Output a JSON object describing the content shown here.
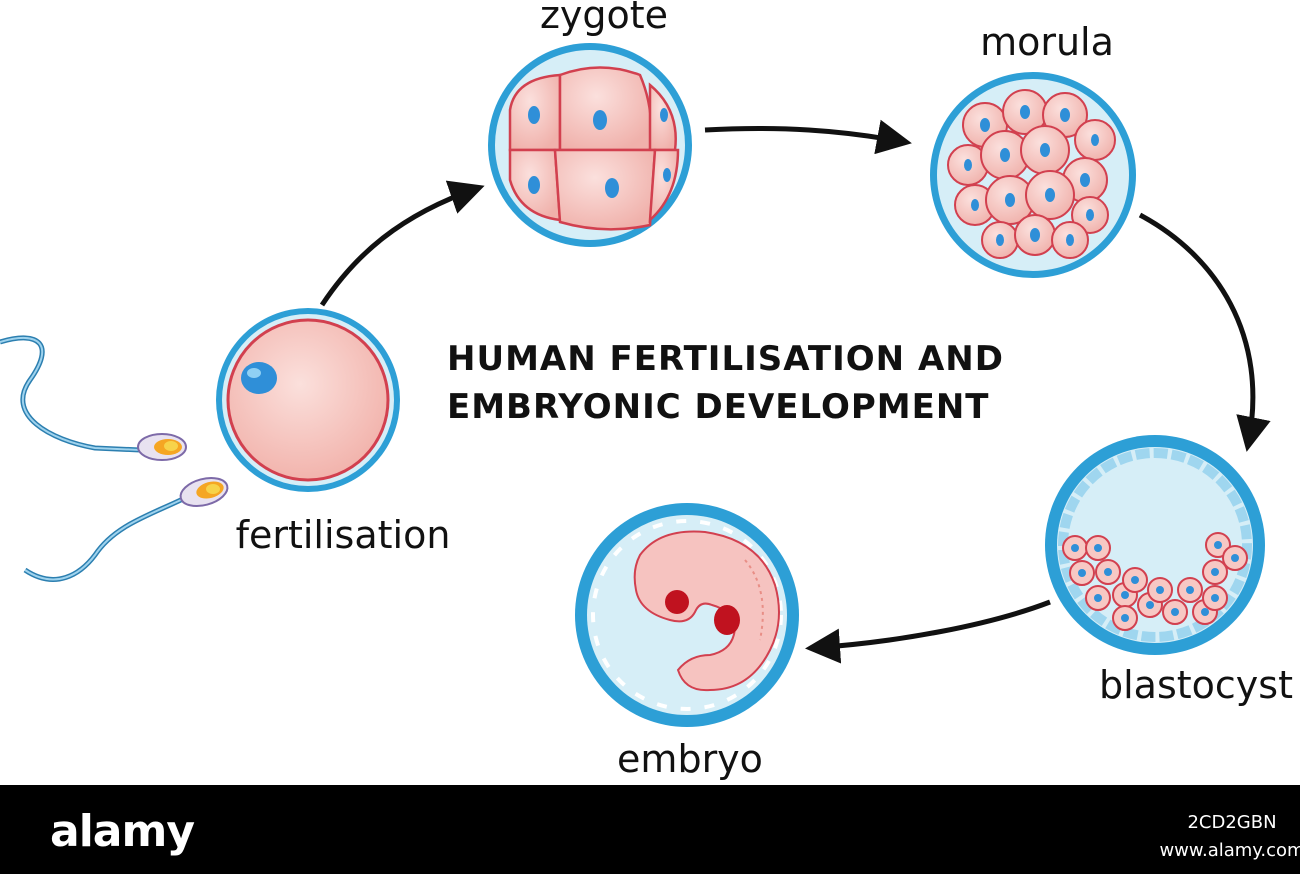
{
  "title": {
    "line1": "HUMAN FERTILISATION AND",
    "line2": "EMBRYONIC DEVELOPMENT"
  },
  "stages": {
    "fertilisation": "fertilisation",
    "zygote": "zygote",
    "morula": "morula",
    "blastocyst": "blastocyst",
    "embryo": "embryo"
  },
  "footer": {
    "brand": "alamy",
    "image_id": "2CD2GBN",
    "site": "www.alamy.com"
  },
  "colors": {
    "membrane_blue": "#2d9fd6",
    "zona_light": "#d6eef7",
    "cell_pink": "#f6c3c0",
    "cell_outline": "#d2404f",
    "nucleus_blue": "#2f8fd8",
    "arrow": "#111111",
    "footer_bg": "#000000"
  }
}
